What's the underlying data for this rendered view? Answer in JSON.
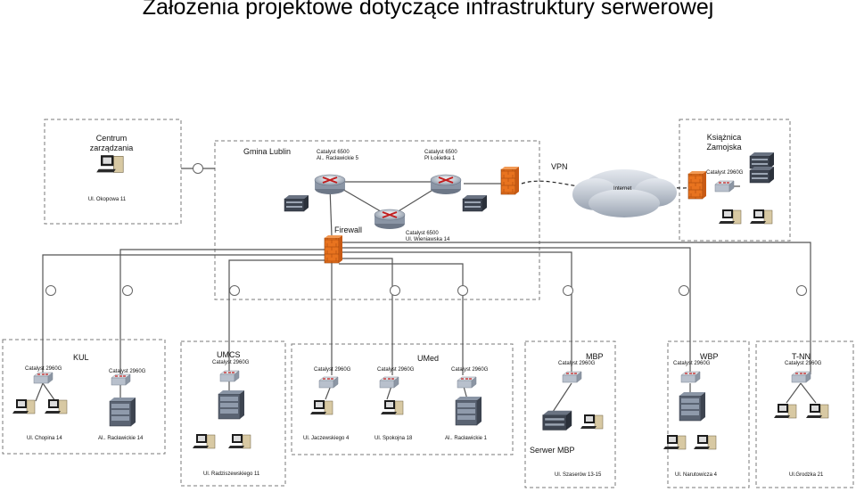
{
  "title": "Założenia projektowe dotyczące infrastruktury serwerowej",
  "centrum": {
    "name_l1": "Centrum",
    "name_l2": "zarządzania",
    "address": "Ul. Okopowa 11"
  },
  "gmina": {
    "name": "Gmina Lublin",
    "r1_model": "Catalyst 6500",
    "r1_addr": "Al.. Racławickie 5",
    "r2_model": "Catalyst 6500",
    "r2_addr": "Pl Łokietka 1",
    "r3_model": "Catalyst 6500",
    "r3_addr": "Ul. Wieniawska 14",
    "firewall": "Firewall"
  },
  "vpn": "VPN",
  "internet": "Internet",
  "ksiaznica": {
    "name_l1": "Książnica",
    "name_l2": "Zamojska",
    "switch": "Catalyst 2960G"
  },
  "kul": {
    "name": "KUL",
    "sw1": "Catalyst 2960G",
    "sw2": "Catalyst 2960G",
    "addr1": "Ul. Chopina 14",
    "addr2": "Al.. Racławickie 14"
  },
  "umcs": {
    "name": "UMCS",
    "sw": "Catalyst 2960G",
    "addr": "Ul. Radziszewskiego 11"
  },
  "umed": {
    "name": "UMed",
    "sw1": "Catalyst 2960G",
    "sw2": "Catalyst 2960G",
    "sw3": "Catalyst 2960G",
    "addr1": "Ul. Jaczewskiego 4",
    "addr2": "Ul. Spokojna 18",
    "addr3": "Al.. Racławickie 1"
  },
  "mbp": {
    "name": "MBP",
    "sw": "Catalyst 2960G",
    "server": "Serwer MBP",
    "addr": "Ul. Szaserów 13-15"
  },
  "wbp": {
    "name": "WBP",
    "sw": "Catalyst 2960G",
    "addr": "Ul. Narutowicza 4"
  },
  "tnn": {
    "name": "T-NN",
    "sw": "Catalyst 2960G",
    "addr": "Ul.Grodzka 21"
  }
}
